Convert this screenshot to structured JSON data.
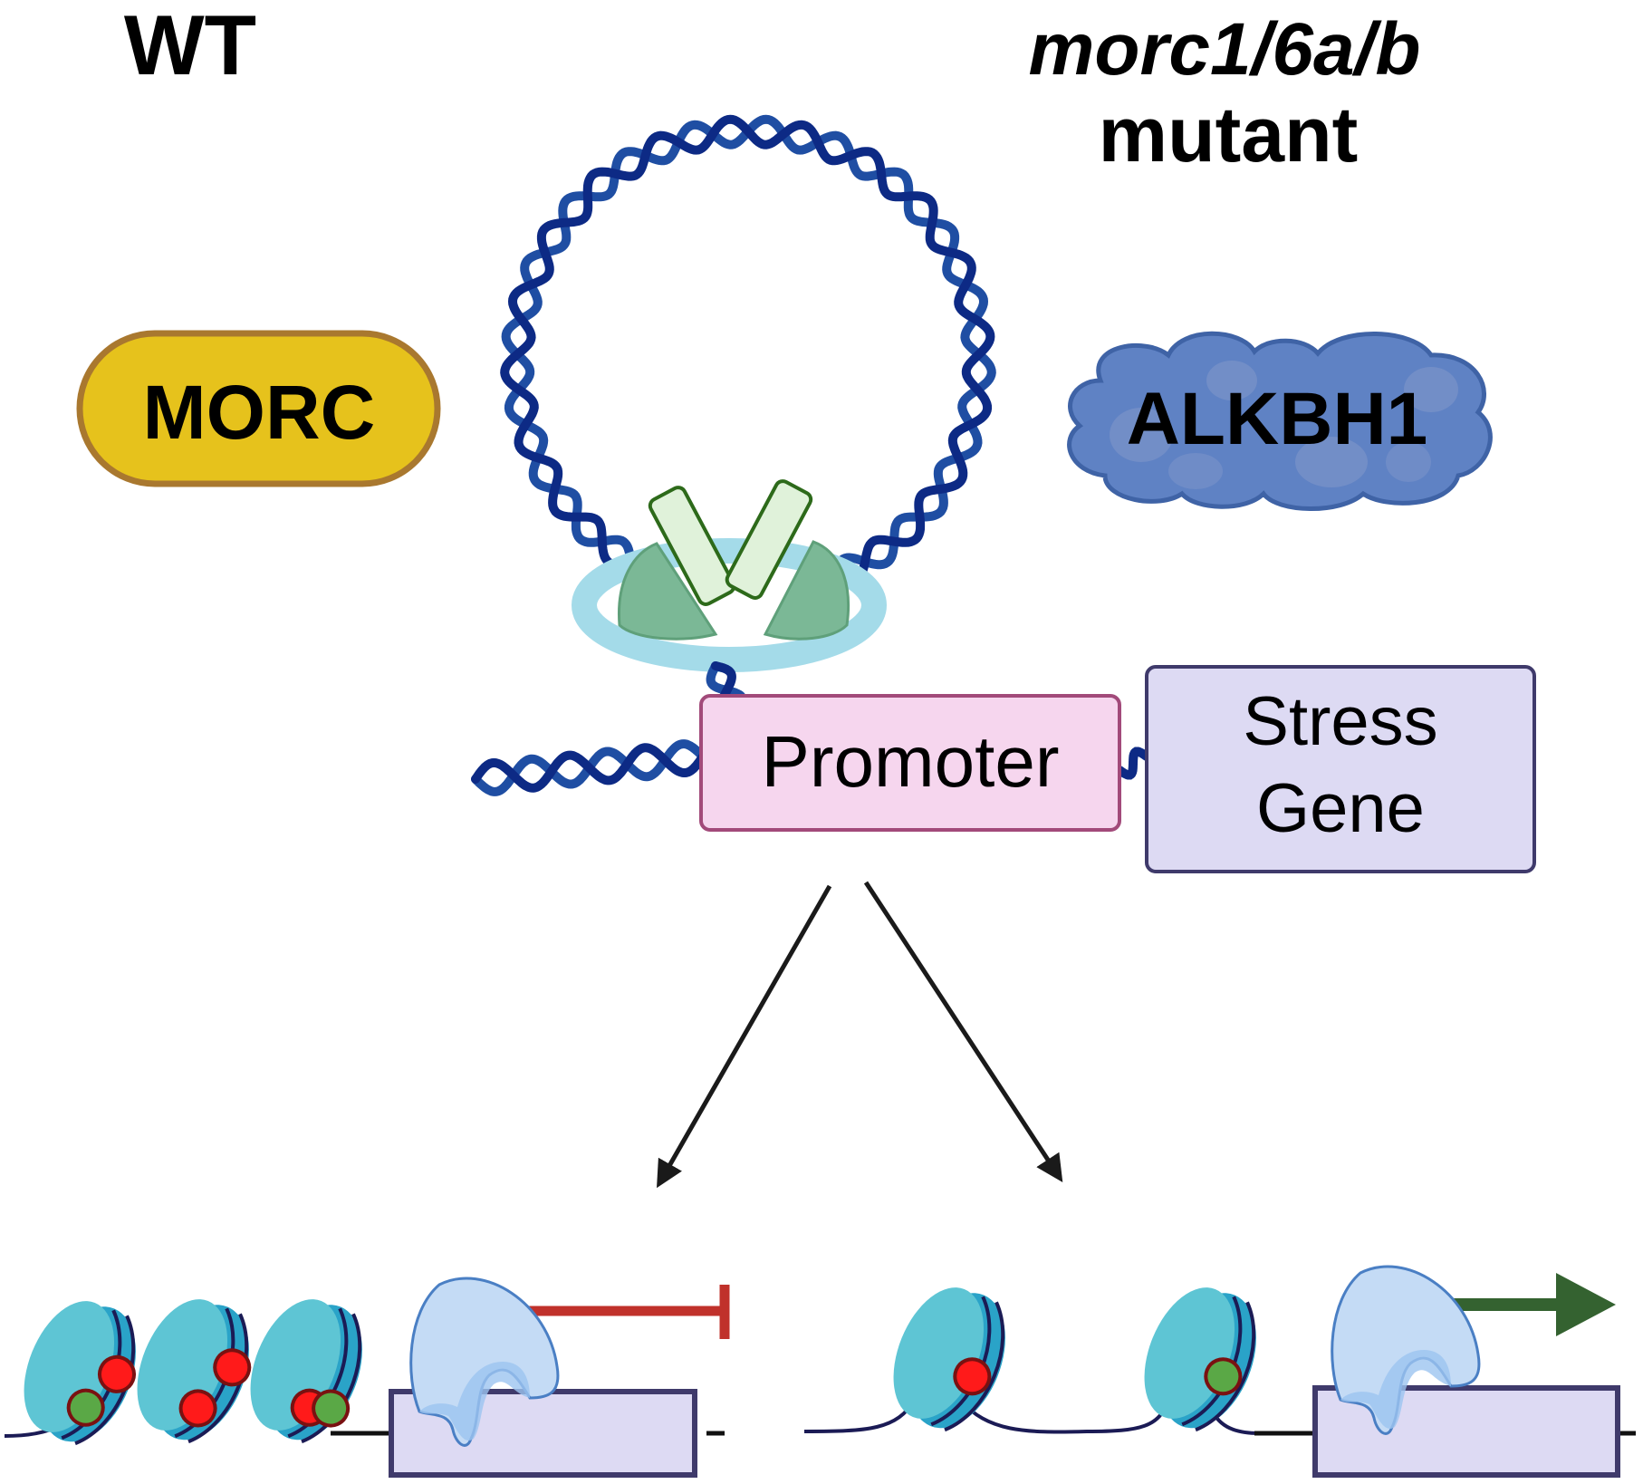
{
  "headings": {
    "wt": "WT",
    "mutant_line1": "morc1/6a/b",
    "mutant_line2": "mutant"
  },
  "proteins": {
    "morc": "MORC",
    "alkbh1": "ALKBH1"
  },
  "boxes": {
    "promoter": "Promoter",
    "gene_line1": "Stress",
    "gene_line2": "Gene"
  },
  "outcomes": {
    "wt": "repressed",
    "mutant": "activated"
  },
  "colors": {
    "dna_dark": "#0d2a85",
    "dna_light": "#1f4ea3",
    "morc_fill": "#e6c21c",
    "morc_stroke": "#a9782f",
    "alkbh1_fill": "#5f82c4",
    "ring": "#a4dbe9",
    "cohesin_dark": "#7bb896",
    "cohesin_light": "#e0f2da",
    "promoter_fill": "#f6d6ee",
    "promoter_stroke": "#a24a7a",
    "gene_fill": "#dddaf3",
    "gene_stroke": "#3f3a6b",
    "nucleosome": "#2aa3c8",
    "nucleosome_face": "#5ec5d4",
    "mark_red": "#ff1a1a",
    "mark_green": "#5aa846",
    "polymerase": "#c4dbf5",
    "repress": "#c0312b",
    "activate": "#346230"
  }
}
